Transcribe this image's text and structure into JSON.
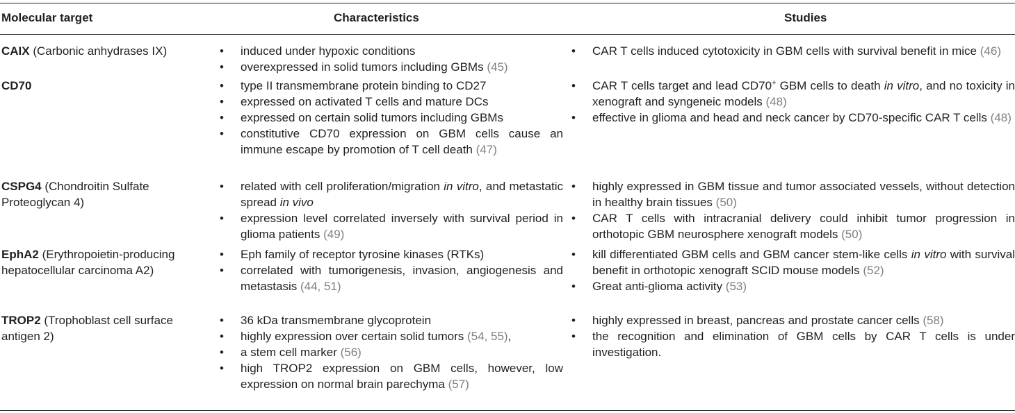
{
  "headers": {
    "target": "Molecular target",
    "characteristics": "Characteristics",
    "studies": "Studies"
  },
  "bullet": "•",
  "rows": [
    {
      "name": "CAIX",
      "full": " (Carbonic anhydrases IX)",
      "characteristics": [
        {
          "text": "induced under hypoxic conditions",
          "ref": ""
        },
        {
          "text": "overexpressed in solid tumors including GBMs ",
          "ref": "(45)"
        }
      ],
      "studies": [
        {
          "text": "CAR T cells induced cytotoxicity in GBM cells with survival benefit in mice ",
          "ref": "(46)"
        }
      ]
    },
    {
      "name": "CD70",
      "full": "",
      "characteristics": [
        {
          "text": "type II transmembrane protein binding to CD27",
          "ref": ""
        },
        {
          "text": "expressed on activated T cells and mature DCs",
          "ref": ""
        },
        {
          "text": "expressed on certain solid tumors including GBMs",
          "ref": ""
        },
        {
          "text": "constitutive CD70 expression on GBM cells cause an immune escape by promotion of T cell death ",
          "ref": "(47)"
        }
      ],
      "studies": [
        {
          "pre": "CAR T cells target and lead CD70",
          "sup": "+",
          "mid": " GBM cells to death ",
          "em": "in vitro",
          "post": ", and no toxicity in xenograft and syngeneic models ",
          "ref": "(48)"
        },
        {
          "text": "effective in glioma and head and neck cancer by CD70-specific CAR T cells ",
          "ref": "(48)"
        }
      ]
    },
    {
      "name": "CSPG4",
      "full": " (Chondroitin Sulfate Proteoglycan 4)",
      "characteristics": [
        {
          "pre": "related with cell proliferation/migration ",
          "em": "in vitro",
          "mid": ", and metastatic spread ",
          "em2": "in vivo"
        },
        {
          "text": "expression level correlated inversely with survival period in glioma patients ",
          "ref": "(49)"
        }
      ],
      "studies": [
        {
          "text": "highly expressed in GBM tissue and tumor associated vessels, without detection in healthy brain tissues ",
          "ref": "(50)"
        },
        {
          "text": "CAR T cells with intracranial delivery could inhibit tumor progression in orthotopic GBM neurosphere xenograft models ",
          "ref": "(50)"
        }
      ]
    },
    {
      "name": "EphA2",
      "full": " (Erythropoietin-producing hepatocellular carcinoma A2)",
      "characteristics": [
        {
          "text": "Eph family of receptor tyrosine kinases (RTKs)",
          "ref": ""
        },
        {
          "text": "correlated with tumorigenesis, invasion, angiogenesis and metastasis ",
          "ref": "(44, 51)"
        }
      ],
      "studies": [
        {
          "pre": "kill differentiated GBM cells and GBM cancer stem-like cells ",
          "em": "in vitro",
          "post": " with survival benefit in orthotopic xenograft SCID mouse models ",
          "ref": "(52)"
        },
        {
          "text": "Great anti-glioma activity ",
          "ref": "(53)"
        }
      ]
    },
    {
      "name": "TROP2",
      "full": " (Trophoblast cell surface antigen 2)",
      "characteristics": [
        {
          "text": "36 kDa transmembrane glycoprotein",
          "ref": ""
        },
        {
          "text": "highly expression over certain solid tumors ",
          "ref": "(54, 55)",
          "tail": ","
        },
        {
          "text": "a stem cell marker ",
          "ref": "(56)"
        },
        {
          "text": "high TROP2 expression on GBM cells, however, low expression on normal brain parechyma ",
          "ref": "(57)"
        }
      ],
      "studies": [
        {
          "text": "highly expressed in breast, pancreas and prostate cancer cells ",
          "ref": "(58)"
        },
        {
          "text": "the recognition and elimination of GBM cells by CAR T cells is under investigation.",
          "ref": ""
        }
      ]
    }
  ]
}
